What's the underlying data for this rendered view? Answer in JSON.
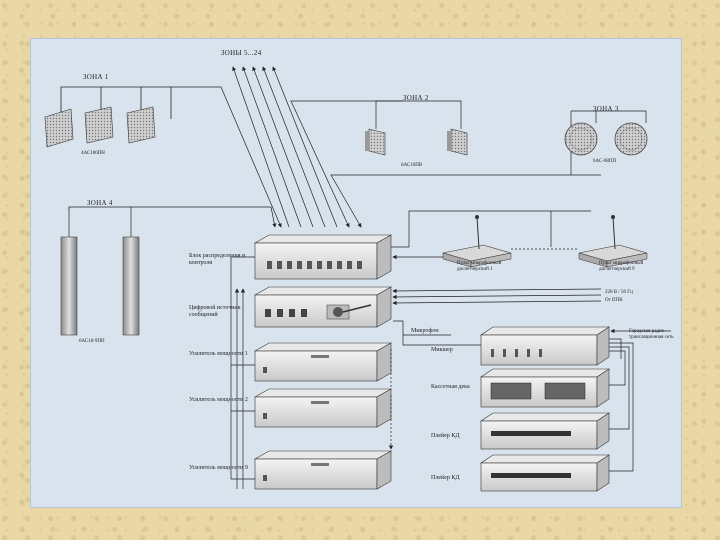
{
  "zones": {
    "zone1": "ЗОНА 1",
    "zones_5_24": "ЗОНЫ 5...24",
    "zone2": "ЗОНА 2",
    "zone3": "ЗОНА 3",
    "zone4": "ЗОНА 4"
  },
  "speakers": {
    "z1_model": "4АС100ПН",
    "z2_model": "6АС10ПВ",
    "z3_model": "6АС-08ПП",
    "z4_model": "6АС10-9ПП"
  },
  "rack_labels": {
    "distribution": "Блок распределения и контроля",
    "digital_source": "Цифровой источник сообщений",
    "amp1": "Усилитель мощности 1",
    "amp2": "Усилитель мощности 2",
    "amp9": "Усилитель мощности 9"
  },
  "consoles": {
    "console1": "Пульт микрофонный диспетчерский 1",
    "console9": "Пульт микрофонный диспетчерский 9"
  },
  "connections": {
    "power": "220 В / 50 Гц",
    "fire_alarm": "От ППК",
    "microphone": "Микрофон",
    "radio": "Городская радио-трансляционная сеть"
  },
  "sources": {
    "mixer": "Микшер",
    "cassette": "Кассетная дека",
    "cd1": "Плейер КД",
    "cd2": "Плейер КД"
  }
}
